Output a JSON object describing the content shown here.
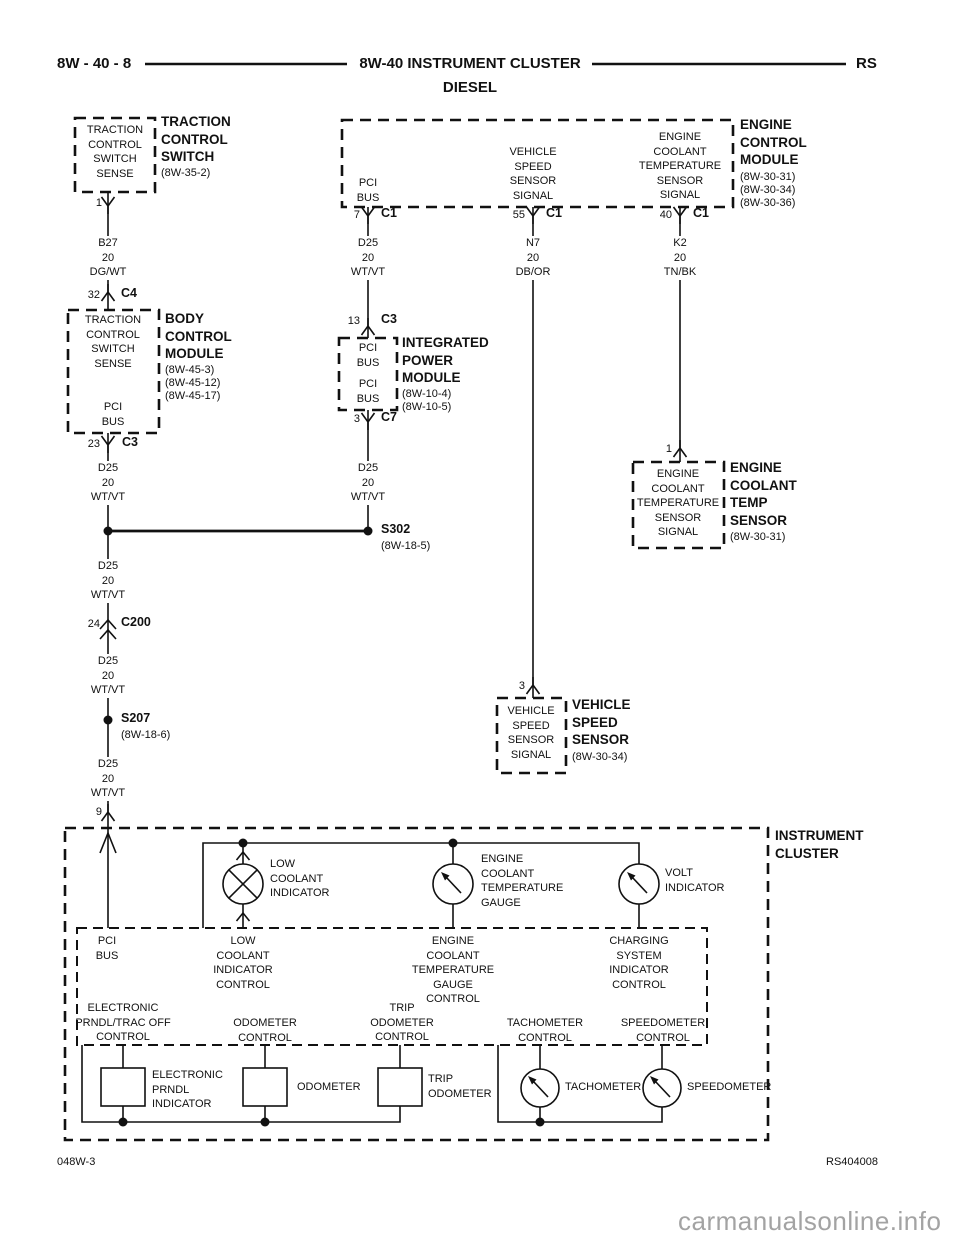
{
  "header": {
    "page_ref": "8W - 40 - 8",
    "title": "8W-40 INSTRUMENT CLUSTER",
    "subtitle": "DIESEL",
    "region": "RS"
  },
  "wires": {
    "b27": "B27\n20\nDG/WT",
    "d25": "D25\n20\nWT/VT",
    "n7": "N7\n20\nDB/OR",
    "k2": "K2\n20\nTN/BK"
  },
  "tcs": {
    "pin": "1",
    "box": "TRACTION\nCONTROL\nSWITCH\nSENSE",
    "name": "TRACTION\nCONTROL\nSWITCH",
    "ref": "(8W-35-2)"
  },
  "c4": {
    "pin": "32",
    "name": "C4"
  },
  "bcm": {
    "box_top": "TRACTION\nCONTROL\nSWITCH\nSENSE",
    "box_bottom": "PCI\nBUS",
    "name": "BODY\nCONTROL\nMODULE",
    "refs": "(8W-45-3)\n(8W-45-12)\n(8W-45-17)",
    "pin": "23",
    "conn": "C3"
  },
  "ecm": {
    "inside_left": "PCI\nBUS",
    "inside_mid": "VEHICLE\nSPEED\nSENSOR\nSIGNAL",
    "inside_right": "ENGINE\nCOOLANT\nTEMPERATURE\nSENSOR\nSIGNAL",
    "name": "ENGINE\nCONTROL\nMODULE",
    "refs": "(8W-30-31)\n(8W-30-34)\n(8W-30-36)",
    "pin1": "7",
    "pin2": "55",
    "pin3": "40",
    "conn1": "C1",
    "conn2": "C1",
    "conn3": "C1"
  },
  "ipm": {
    "pin_top": "13",
    "conn_top": "C3",
    "box_top": "PCI\nBUS",
    "box_bottom": "PCI\nBUS",
    "name": "INTEGRATED\nPOWER\nMODULE",
    "refs": "(8W-10-4)\n(8W-10-5)",
    "pin_bottom": "3",
    "conn_bottom": "C7"
  },
  "s302": {
    "name": "S302",
    "ref": "(8W-18-5)"
  },
  "c200": {
    "pin": "24",
    "name": "C200"
  },
  "s207": {
    "name": "S207",
    "ref": "(8W-18-6)"
  },
  "ect_sensor": {
    "pin": "1",
    "box": "ENGINE\nCOOLANT\nTEMPERATURE\nSENSOR\nSIGNAL",
    "name": "ENGINE\nCOOLANT\nTEMP\nSENSOR",
    "ref": "(8W-30-31)"
  },
  "vss": {
    "pin": "3",
    "box": "VEHICLE\nSPEED\nSENSOR\nSIGNAL",
    "name": "VEHICLE\nSPEED\nSENSOR",
    "ref": "(8W-30-34)"
  },
  "cluster": {
    "pin": "9",
    "name": "INSTRUMENT\nCLUSTER",
    "indicators": {
      "low_coolant": "LOW\nCOOLANT\nINDICATOR",
      "ect_gauge": "ENGINE\nCOOLANT\nTEMPERATURE\nGAUGE",
      "volt": "VOLT\nINDICATOR"
    },
    "controls": {
      "pci_bus": "PCI\nBUS",
      "low_coolant": "LOW\nCOOLANT\nINDICATOR\nCONTROL",
      "ect_gauge": "ENGINE\nCOOLANT\nTEMPERATURE\nGAUGE\nCONTROL",
      "charging": "CHARGING\nSYSTEM\nINDICATOR\nCONTROL",
      "prndl": "ELECTRONIC\nPRNDL/TRAC OFF\nCONTROL",
      "odometer": "ODOMETER\nCONTROL",
      "trip": "TRIP\nODOMETER\nCONTROL",
      "tach": "TACHOMETER\nCONTROL",
      "speedo": "SPEEDOMETER\nCONTROL"
    },
    "components": {
      "prndl": "ELECTRONIC\nPRNDL\nINDICATOR",
      "odometer": "ODOMETER",
      "trip": "TRIP\nODOMETER",
      "tach": "TACHOMETER",
      "speedo": "SPEEDOMETER"
    }
  },
  "footer": {
    "diagram_code": "048W-3",
    "sheet_code": "RS404008",
    "watermark": "carmanualsonline.info"
  },
  "colors": {
    "line": "#111111",
    "watermark": "#a3a3a3"
  }
}
